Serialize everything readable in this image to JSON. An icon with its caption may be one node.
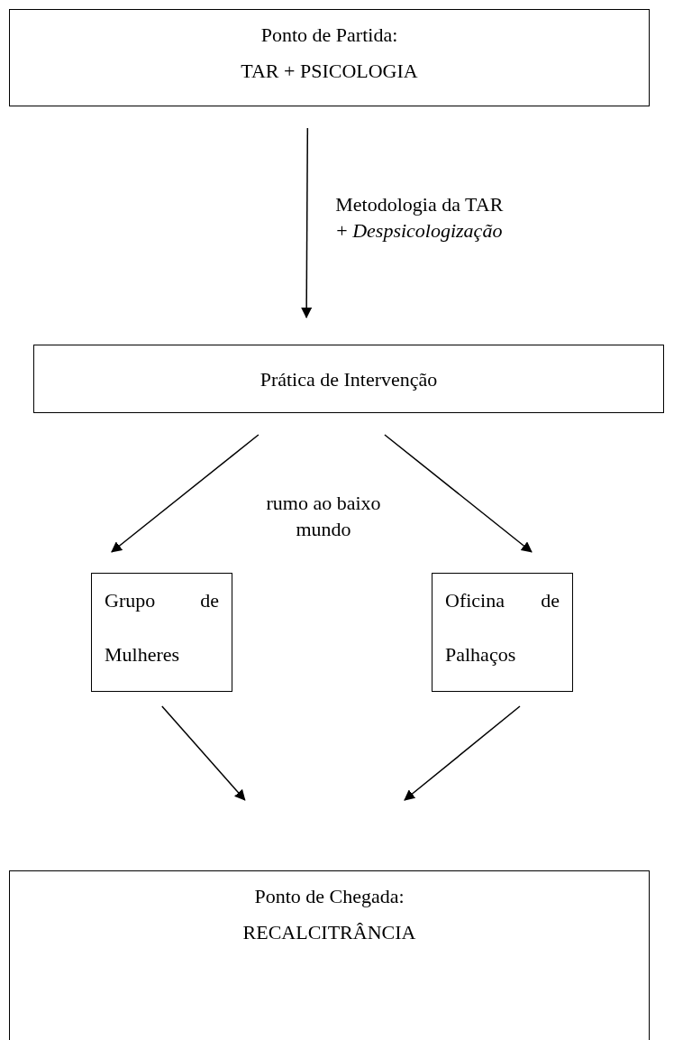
{
  "diagram": {
    "nodes": [
      {
        "text": [
          "Ponto de Partida:",
          "TAR + PSICOLOGIA"
        ]
      },
      {
        "text": [
          "Prática de Intervenção"
        ]
      },
      {
        "text": [
          "Grupo de Mulheres"
        ]
      },
      {
        "text": [
          "Oficina de Palhaços"
        ]
      },
      {
        "text": [
          "Ponto de Chegada:",
          "RECALCITRÂNCIA"
        ]
      }
    ],
    "edges": [
      {
        "from": 0,
        "to": 1,
        "arrow": "to",
        "label": "Metodologia da TAR + *Despsicologização*"
      },
      {
        "from": 1,
        "to": 2,
        "arrow": "to"
      },
      {
        "from": 1,
        "to": 3,
        "arrow": "to"
      },
      {
        "from": 2,
        "to": null,
        "arrow": "to"
      },
      {
        "from": 3,
        "to": null,
        "arrow": "to"
      }
    ],
    "labels": [
      "rumo ao baixo mundo"
    ]
  }
}
